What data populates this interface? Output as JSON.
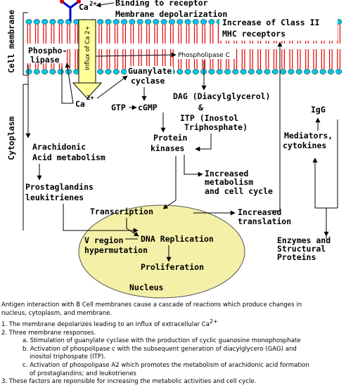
{
  "labels": {
    "ca_top": "Ca",
    "ca_top_sup": "2+",
    "binding": "Binding to receptor",
    "depolarization": "Membrane depolarization",
    "cell_membrane": "Cell membrane",
    "cytoplasm": "Cytoplasm",
    "phospholipase_1": "Phospho-",
    "phospholipase_2": "lipase",
    "influx": "Influx of Ca 2+",
    "phospholipase_c": "Phospholipase C",
    "class2_1": "Increase of Class II",
    "class2_2": "MHC receptors",
    "guanylate_1": "Guanylate",
    "guanylate_2": "cyclase",
    "ca_mid": "Ca",
    "ca_mid_sup": "2+",
    "gtp": "GTP",
    "cgmp": "cGMP",
    "dag": "DAG (Diacylglycerol)",
    "amp": "&",
    "itp_1": "ITP (Inostol",
    "itp_2": "Triphosphate)",
    "igg": "IgG",
    "protein_1": "Protein",
    "protein_2": "kinases",
    "mediators_1": "Mediators,",
    "mediators_2": "cytokines",
    "arach_1": "Arachidonic",
    "arach_2": "Acid metabolism",
    "incmet_1": "Increased",
    "incmet_2": "metabolism",
    "incmet_3": "and cell cycle",
    "prost_1": "Prostaglandins",
    "prost_2": "leukitrienes",
    "transcription": "Transcription",
    "inctrans_1": "Increased",
    "inctrans_2": "translation",
    "vregion_1": "V region",
    "vregion_2": "hypermutation",
    "dnarep": "DNA Replication",
    "enzymes_1": "Enzymes and",
    "enzymes_2": "Structural",
    "enzymes_3": "Proteins",
    "prolif": "Proliferation",
    "nucleus": "Nucleus"
  },
  "caption": {
    "intro_1": "Antigen interaction with B Cell membranes cause a cascade of reactions which produce changes in",
    "intro_2": "nucleus, cytoplasm, and membrane.",
    "item1": "1.  The membrane depolarizes leading to an influx of extracellular Ca",
    "item1_sup": "2+",
    "item2": "2.  Three membrane responses.",
    "item2a": "a.  Stimulation of guanylate cyclase with the production of cyclic guanosine monophosphate",
    "item2b_1": "b.  Activation of phospolipase c with the subsequent generation of diacylglycero (GAG) and",
    "item2b_2": "inositol triphospate (ITP).",
    "item2c_1": "c.  Activation of phospolipase A2 which promotes the metabolism of arachidonic acid formation",
    "item2c_2": "of prostaglandins; and leukotrienes",
    "item3": "3.  These factors are reponsible for increasing the metabolic activities and cell cycle."
  },
  "colors": {
    "lipid_head": "#00c8e8",
    "lipid_tail": "#e00000",
    "nucleus_fill": "#f5f0a8",
    "receptor": "#0000cc",
    "receptor_tip": "#cc0000",
    "arrow_fill": "#ffff99"
  }
}
